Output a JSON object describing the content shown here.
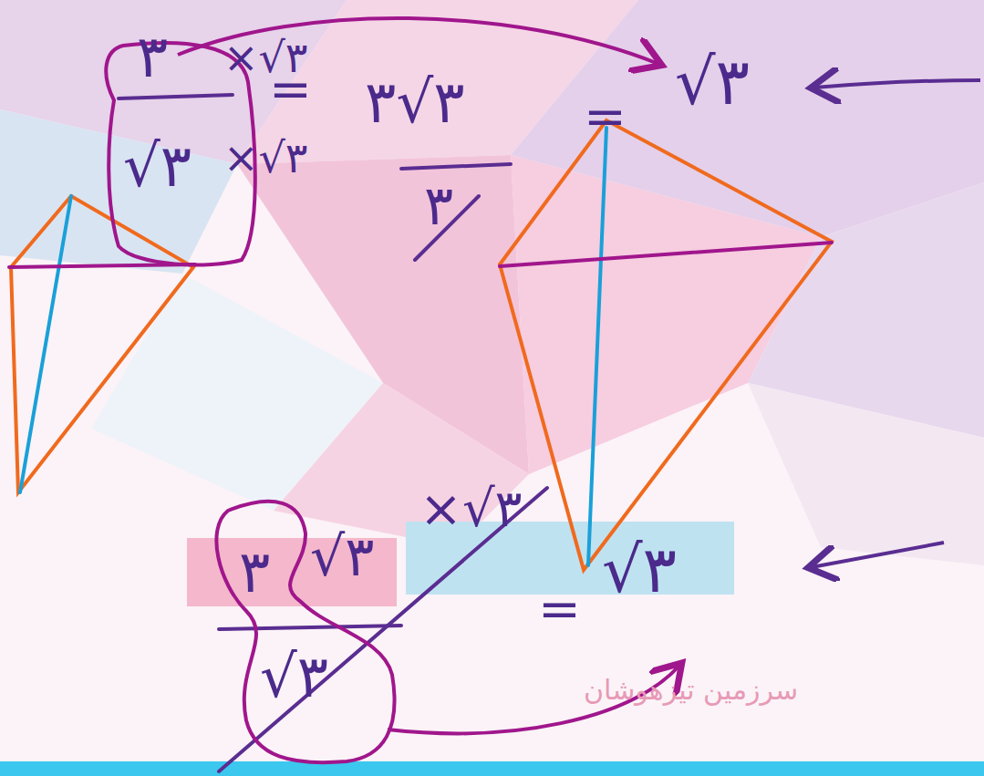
{
  "diagram": {
    "labels": [
      "۳",
      "√۳",
      "×√۳",
      "×√۳",
      "=",
      "۳√۳",
      "۳",
      "=",
      "√۳",
      "۳",
      "√۳",
      "×√۳",
      "√۳",
      "=",
      "√۳",
      "سرزمین تیزهوشان"
    ]
  }
}
